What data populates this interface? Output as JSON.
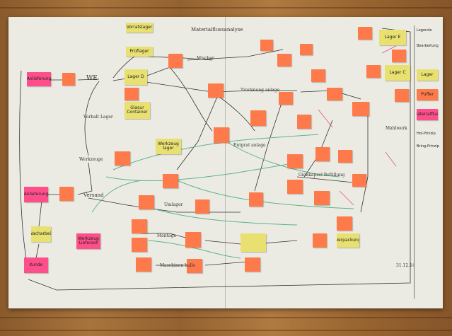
{
  "title": "Materialflussanalyse",
  "date": "31.12.14",
  "labels": {
    "vendor_stock": "Vorratslager",
    "incoming_goods": "WE",
    "inbound_stock": "Anlieferung",
    "store_d": "Lager D",
    "store_e": "Lager E",
    "store_c": "Lager C",
    "container": "Glasur Container",
    "mixer": "Mischer",
    "drying": "Trocknung anlage",
    "test": "Prüflager",
    "warehouse_left": "Vorhalt Lager",
    "tools": "Werkzeuge",
    "shipping": "Versand",
    "tool_stock": "Werkzeug lager",
    "deburr": "Entgrat anlage",
    "assembly": "Montage",
    "casting": "Gießkapsel Befüllung",
    "packing": "Verpackung",
    "customer": "Kunde",
    "tool_supplier": "Werkzeug Lieferant",
    "delivery": "Anlieferung",
    "rework": "Nacharbeit",
    "transfer": "Umlager",
    "mahlwerk": "Mahlwerk",
    "machine_hall": "Maschinen halle"
  },
  "legend": {
    "title": "Legende",
    "entries": [
      "Bearbeitung",
      "Lager",
      "Puffer",
      "Materialfluss",
      "Hol-Prinzip",
      "Bring-Prinzip"
    ]
  },
  "colors": {
    "orange": "#ff7a4a",
    "yellow": "#e8e070",
    "pink": "#ff4f8a"
  }
}
